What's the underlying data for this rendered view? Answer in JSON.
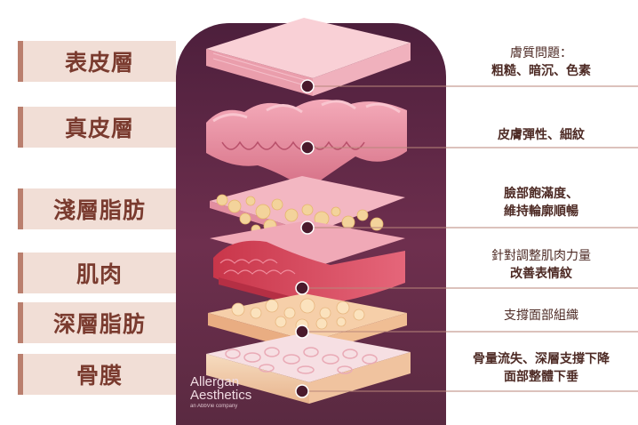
{
  "layers": [
    {
      "label": "表皮層",
      "desc_plain": "膚質問題：",
      "desc_bold": "粗糙、暗沉、色素"
    },
    {
      "label": "真皮層",
      "desc_plain": "",
      "desc_bold": "皮膚彈性、細紋"
    },
    {
      "label": "淺層脂肪",
      "desc_plain": "",
      "desc_bold": "臉部飽滿度、",
      "desc_bold2": "維持輪廓順暢"
    },
    {
      "label": "肌肉",
      "desc_plain": "針對調整肌肉力量",
      "desc_bold": "改善表情紋"
    },
    {
      "label": "深層脂肪",
      "desc_plain": "支撐面部組織",
      "desc_bold": ""
    },
    {
      "label": "骨膜",
      "desc_plain": "",
      "desc_bold": "骨量流失、深層支撐下降",
      "desc_bold2": "面部整體下垂"
    }
  ],
  "brand": {
    "line1": "Allergan",
    "line2": "Aesthetics",
    "line3": "an AbbVie company"
  },
  "colors": {
    "label_bg": "#f1ded6",
    "label_text": "#7a3b2f",
    "label_bar": "#ba7f6e",
    "panel": "#5a2a41",
    "connector": "#b9867a"
  }
}
